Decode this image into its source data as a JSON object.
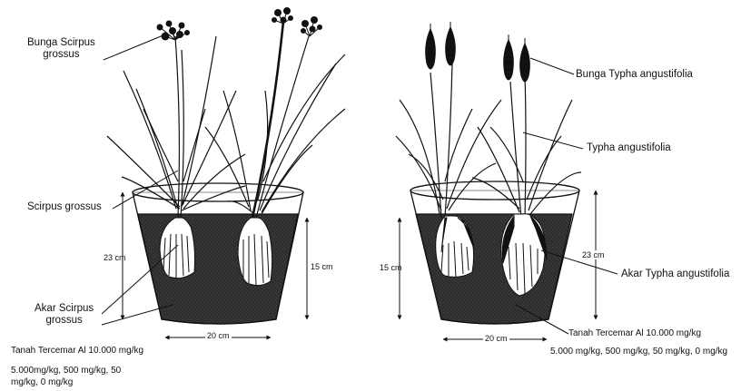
{
  "left_pot": {
    "labels": {
      "flower_line1": "Bunga Scirpus",
      "flower_line2": "grossus",
      "plant": "Scirpus grossus",
      "root_line1": "Akar Scirpus",
      "root_line2": "grossus"
    },
    "dims": {
      "height_outer": "23 cm",
      "height_soil": "15 cm",
      "width": "20 cm"
    },
    "soil_note": {
      "line1": "Tanah Tercemar Al 10.000 mg/kg",
      "line2": "5.000mg/kg, 500 mg/kg, 50",
      "line3": "mg/kg, 0 mg/kg"
    }
  },
  "right_pot": {
    "labels": {
      "flower": "Bunga Typha angustifolia",
      "plant": "Typha angustifolia",
      "root": "Akar Typha angustifolia"
    },
    "dims": {
      "height_outer": "23 cm",
      "height_soil": "15 cm",
      "width": "20 cm"
    },
    "soil_note": {
      "line1": "Tanah Tercemar Al 10.000 mg/kg",
      "line2": "5.000 mg/kg, 500 mg/kg, 50 mg/kg, 0 mg/kg"
    }
  },
  "colors": {
    "ink": "#111111",
    "soil": "#2b2b2b",
    "background": "#ffffff"
  }
}
